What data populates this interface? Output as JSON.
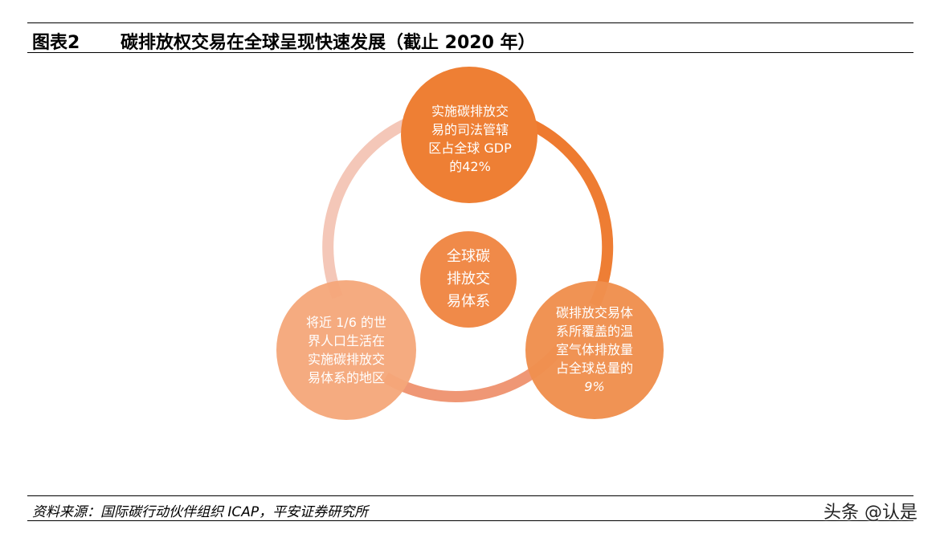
{
  "header": {
    "figure_label": "图表2",
    "title": "碳排放权交易在全球呈现快速发展（截止 2020 年）"
  },
  "diagram": {
    "center": {
      "lines": [
        "全球碳",
        "排放交",
        "易体系"
      ]
    },
    "nodes": [
      {
        "lines": [
          "实施碳排放交",
          "易的司法管辖",
          "区占全球 GDP",
          "的42%"
        ]
      },
      {
        "lines": [
          "碳排放交易体",
          "系所覆盖的温",
          "室气体排放量",
          "占全球总量的",
          "9%"
        ]
      },
      {
        "lines": [
          "将近 1/6 的世",
          "界人口生活在",
          "实施碳排放交",
          "易体系的地区"
        ]
      }
    ],
    "colors": {
      "node_top": "#EE7F34",
      "node_right": "#F08F4E",
      "node_left": "#F4A779",
      "center": "#F08A49",
      "ring_right": "#EE7A2F",
      "ring_bottom": "#EF9775",
      "ring_left": "#F4C7B8"
    }
  },
  "footer": {
    "source": "资料来源：国际碳行动伙伴组织 ICAP，平安证券研究所",
    "watermark": "头条 @认是"
  }
}
